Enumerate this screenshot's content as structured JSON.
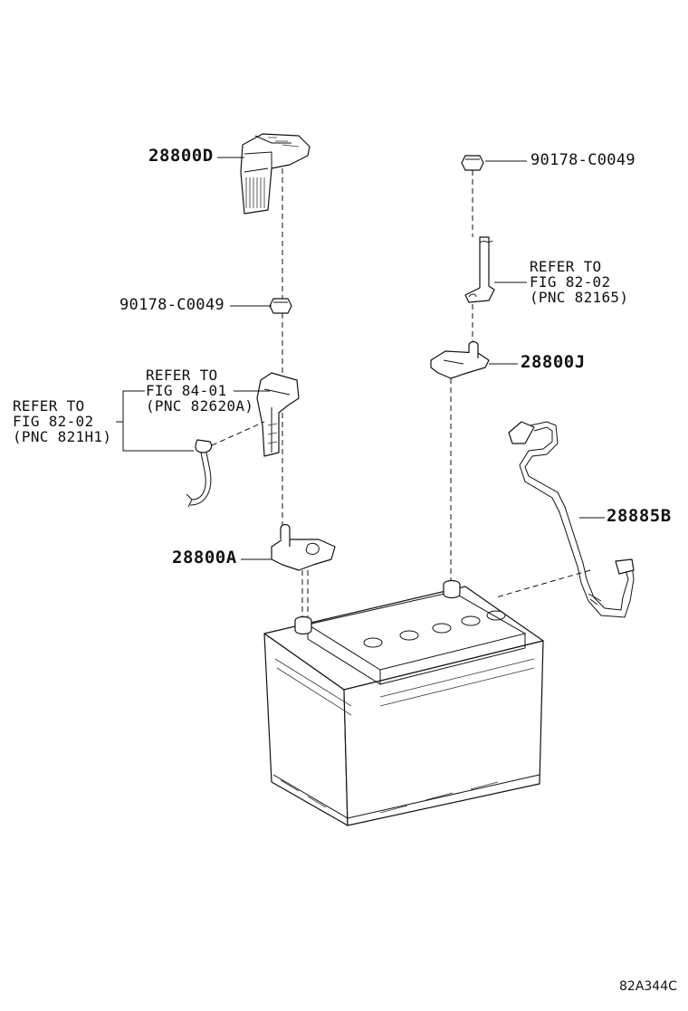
{
  "labels": {
    "cover_d": "28800D",
    "nut_upper_right": "90178-C0049",
    "nut_left": "90178-C0049",
    "refer_right_1": "REFER TO",
    "refer_right_2": "FIG 82-02",
    "refer_right_3": "(PNC 82165)",
    "refer_mid_1": "REFER TO",
    "refer_mid_2": "FIG 84-01",
    "refer_mid_3": "(PNC 82620A)",
    "refer_left_1": "REFER TO",
    "refer_left_2": "FIG 82-02",
    "refer_left_3": "(PNC 821H1)",
    "clamp_j": "28800J",
    "cable_b": "28885B",
    "clamp_a": "28800A",
    "figure_id": "82A344C"
  }
}
